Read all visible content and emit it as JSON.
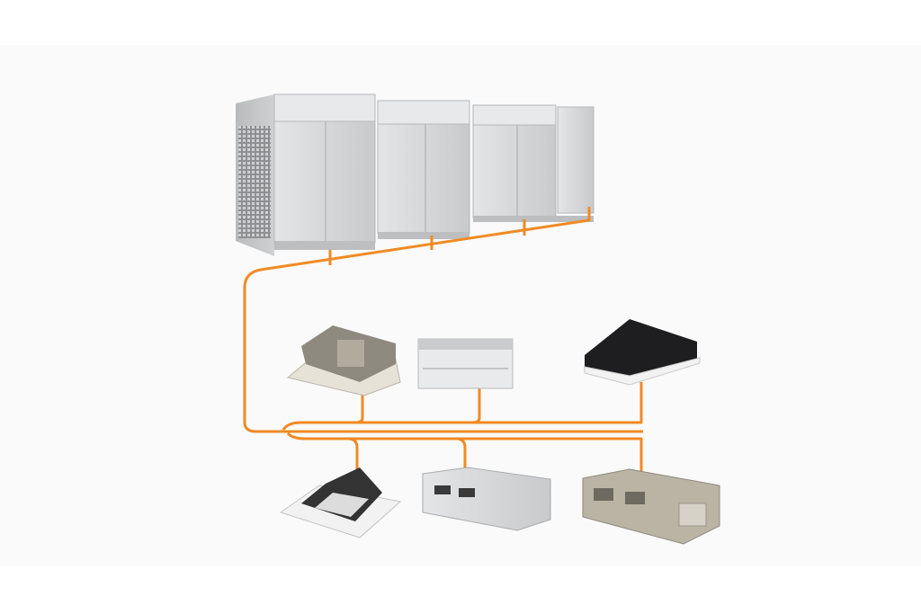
{
  "diagram": {
    "kind": "VRF air-conditioning system",
    "colors": {
      "pipe": "#f08a24",
      "background": "#fafafa",
      "unit_body": "#d9dadb",
      "unit_shadow": "#a9abad",
      "dark_panel": "#1e1e20"
    },
    "outdoor_units": 3,
    "indoor_units": [
      "ceiling-cassette-unit-open",
      "ceiling-floor-console-unit",
      "one-way-cassette-unit",
      "four-way-cassette-unit",
      "ducted-unit-slim",
      "ducted-unit-high-static"
    ]
  }
}
